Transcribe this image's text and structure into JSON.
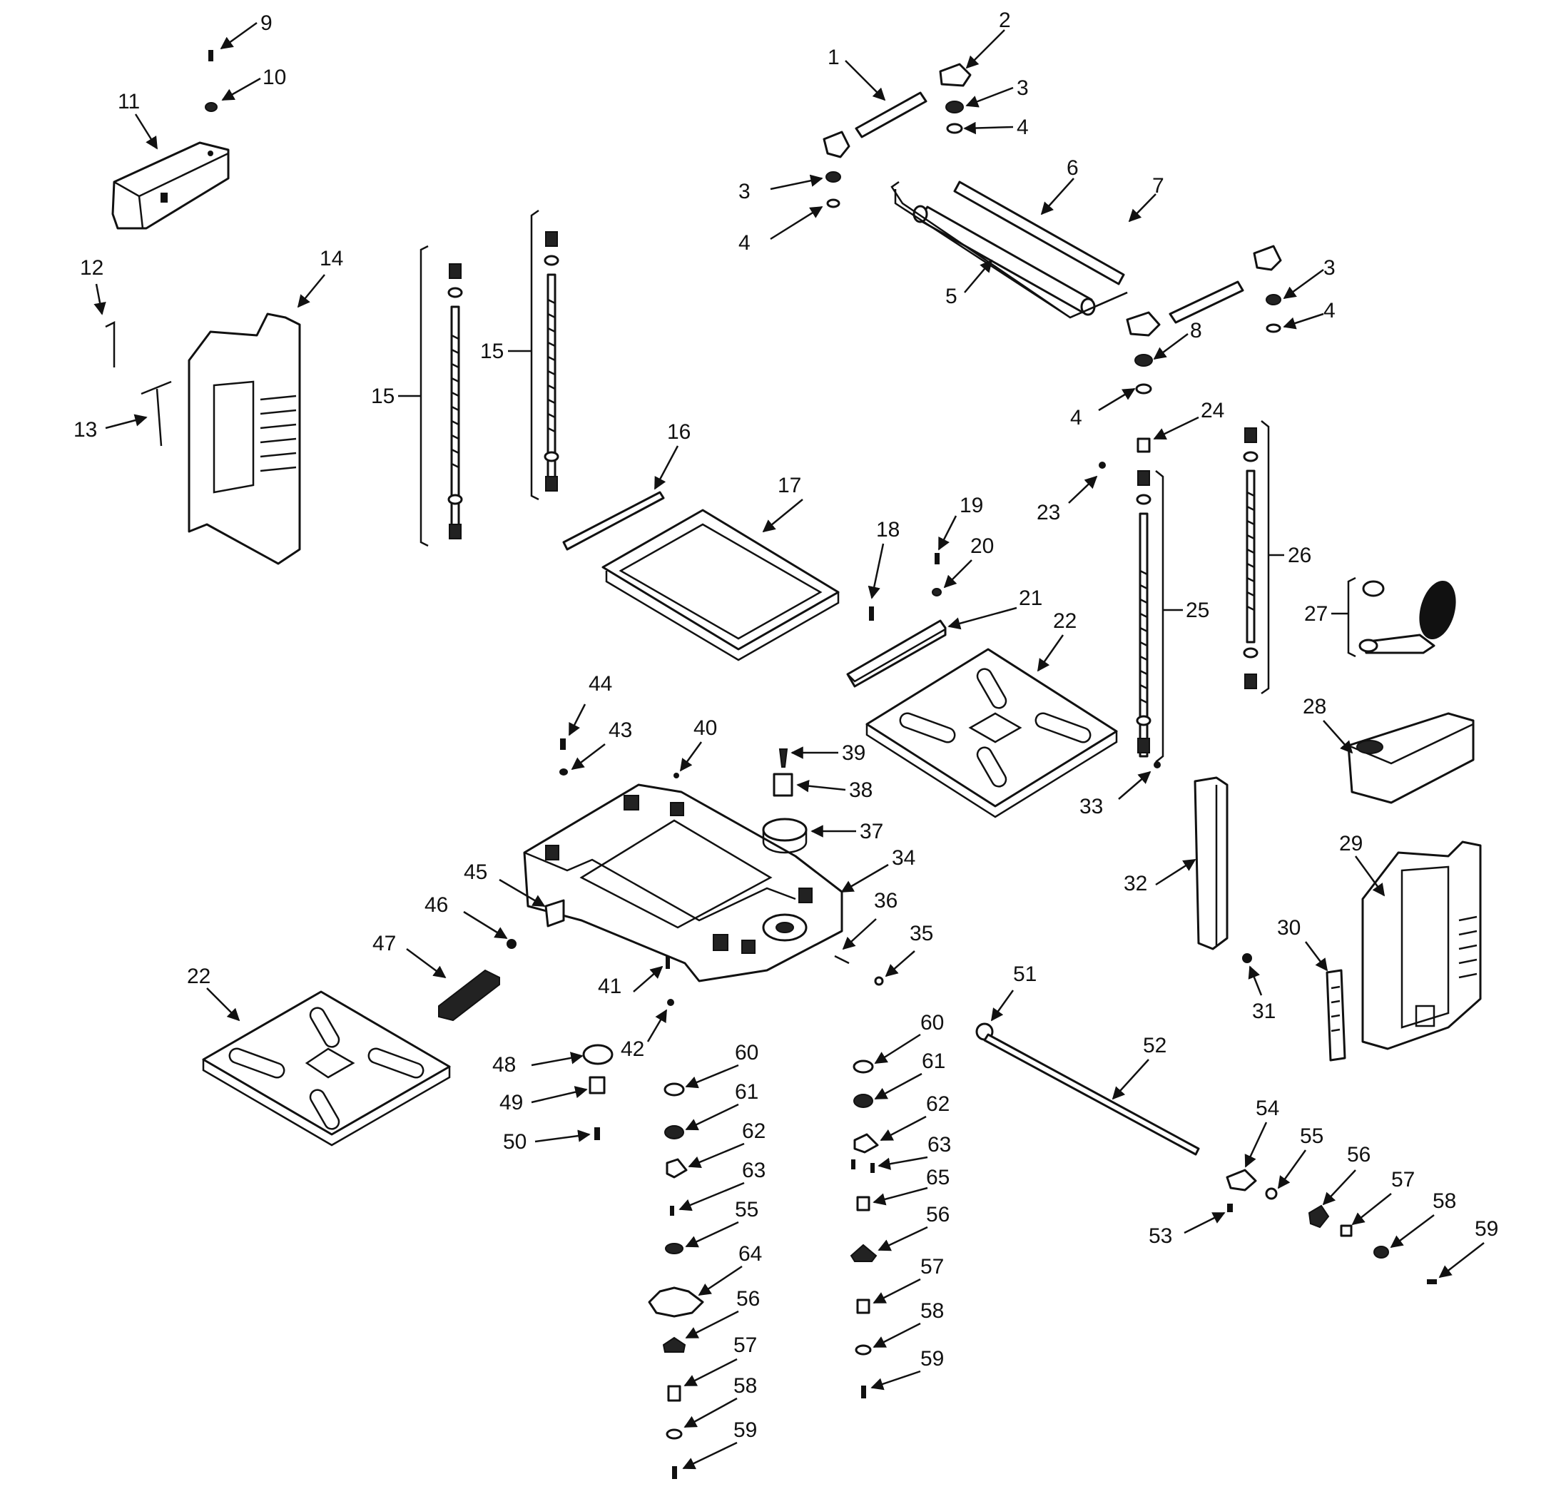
{
  "diagram": {
    "callout_numbers": [
      "1",
      "2",
      "3",
      "4",
      "5",
      "6",
      "7",
      "8",
      "9",
      "10",
      "11",
      "12",
      "13",
      "14",
      "15",
      "16",
      "17",
      "18",
      "19",
      "20",
      "21",
      "22",
      "23",
      "24",
      "25",
      "26",
      "27",
      "28",
      "29",
      "30",
      "31",
      "32",
      "33",
      "34",
      "35",
      "36",
      "37",
      "38",
      "39",
      "40",
      "41",
      "42",
      "43",
      "44",
      "45",
      "46",
      "47",
      "48",
      "49",
      "50",
      "51",
      "52",
      "53",
      "54",
      "55",
      "56",
      "57",
      "58",
      "59",
      "60",
      "61",
      "62",
      "63",
      "64",
      "65"
    ]
  }
}
